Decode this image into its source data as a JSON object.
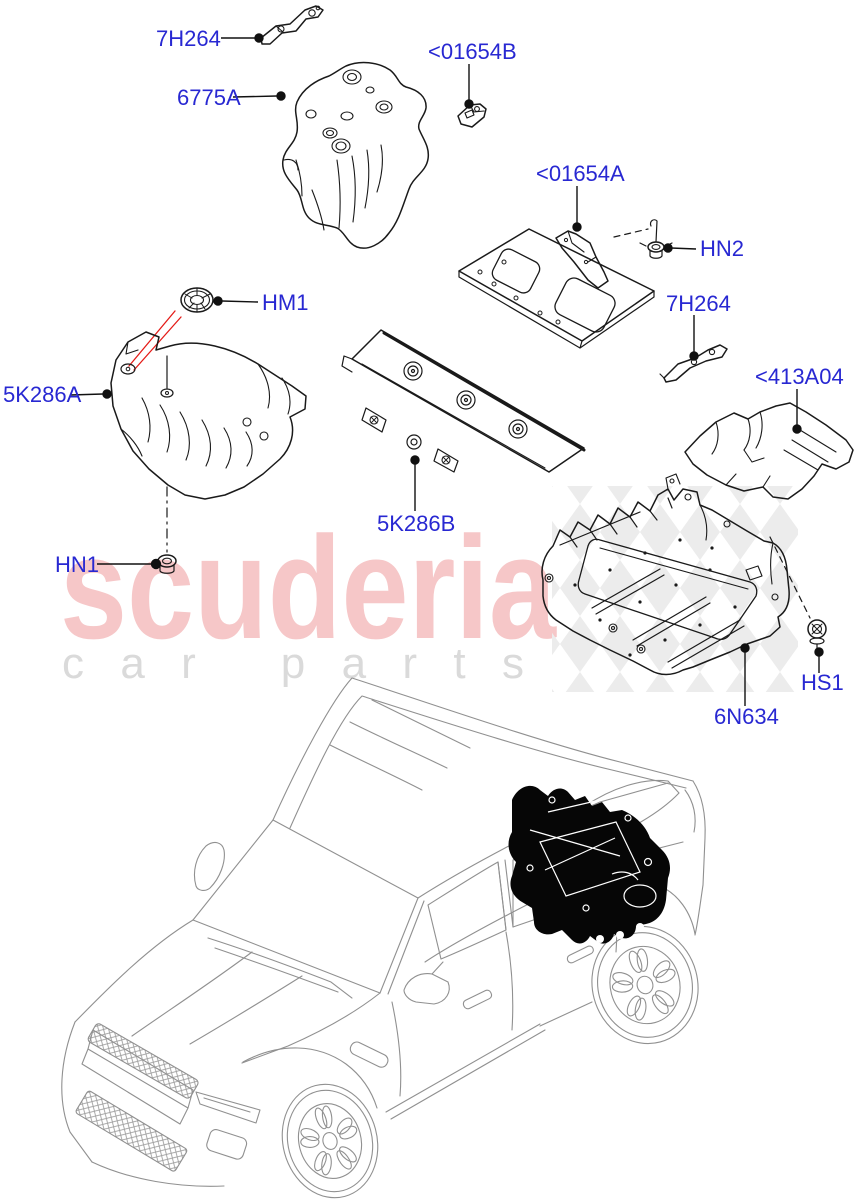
{
  "diagram": {
    "title_hint": "heat shields and under-body splash shields exploded parts diagram",
    "label_color": "#2828d2",
    "red_pointer_color": "#e41b17",
    "callouts": [
      {
        "id": "7H264-top",
        "text": "7H264"
      },
      {
        "id": "6775A",
        "text": "6775A"
      },
      {
        "id": "01654B",
        "text": "<01654B"
      },
      {
        "id": "01654A",
        "text": "<01654A"
      },
      {
        "id": "HN2",
        "text": "HN2"
      },
      {
        "id": "7H264-mid",
        "text": "7H264"
      },
      {
        "id": "413A04",
        "text": "<413A04"
      },
      {
        "id": "HM1",
        "text": "HM1"
      },
      {
        "id": "5K286A",
        "text": "5K286A"
      },
      {
        "id": "5K286B",
        "text": "5K286B"
      },
      {
        "id": "HN1",
        "text": "HN1"
      },
      {
        "id": "6N634",
        "text": "6N634"
      },
      {
        "id": "HS1",
        "text": "HS1"
      }
    ]
  },
  "watermark": {
    "brand": "scuderia",
    "tagline": "car parts",
    "brand_color": "#f6c7c8",
    "tagline_color": "#dadada",
    "diamond_color": "#ececec"
  }
}
